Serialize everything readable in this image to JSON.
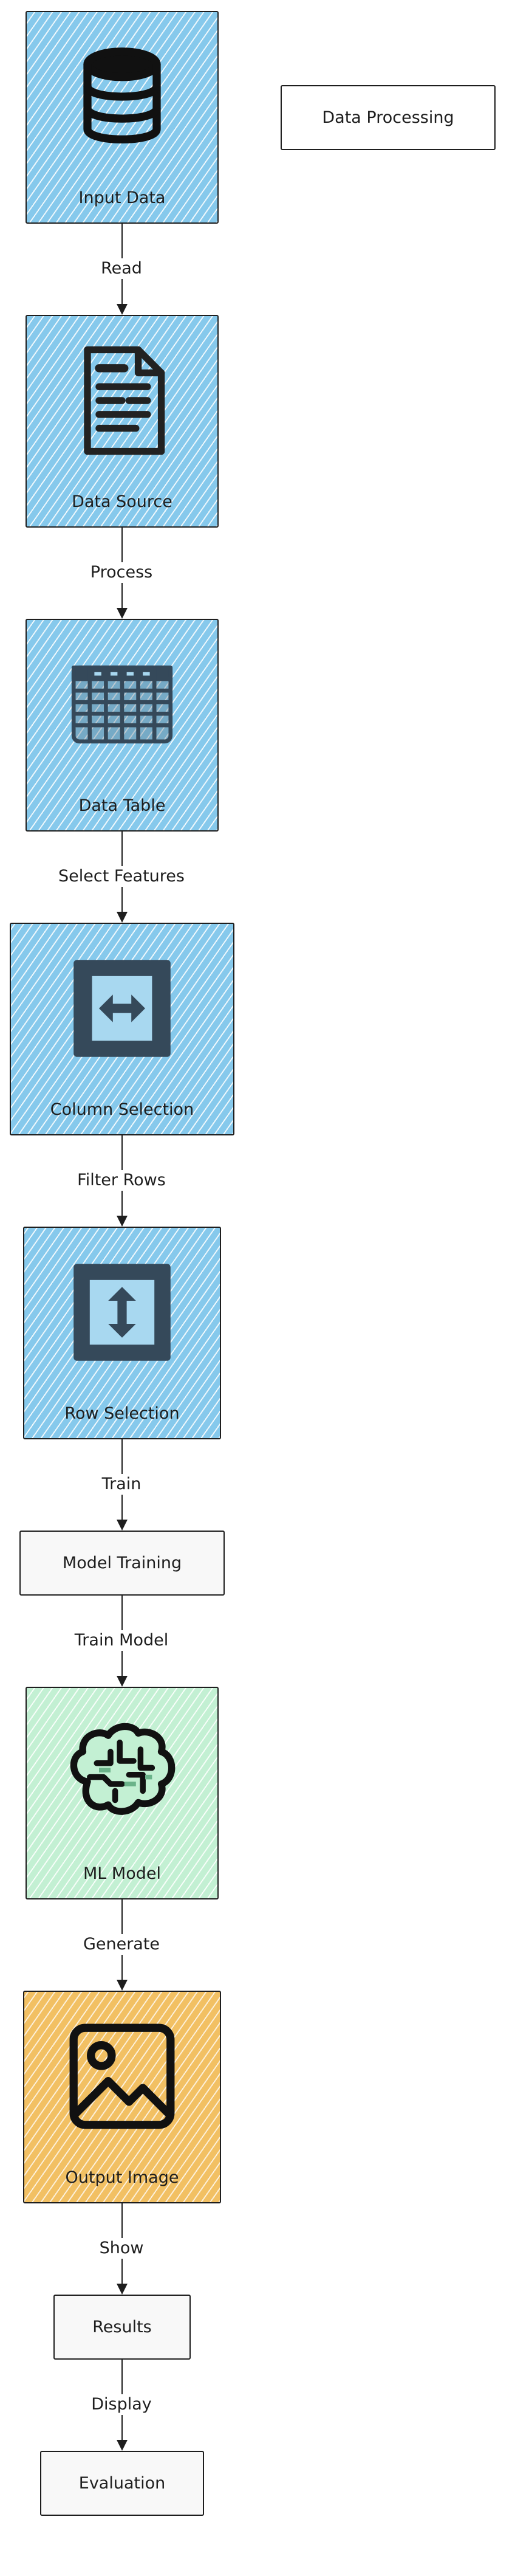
{
  "diagram": {
    "group_label": "Data Processing",
    "nodes": [
      {
        "id": "input-data",
        "label": "Input Data",
        "icon": "database-icon",
        "fill": "#86c9ec"
      },
      {
        "id": "data-source",
        "label": "Data Source",
        "icon": "document-icon",
        "fill": "#86c9ec"
      },
      {
        "id": "data-table",
        "label": "Data Table",
        "icon": "table-icon",
        "fill": "#86c9ec"
      },
      {
        "id": "column-selection",
        "label": "Column Selection",
        "icon": "horizontal-arrows-icon",
        "fill": "#86c9ec"
      },
      {
        "id": "row-selection",
        "label": "Row Selection",
        "icon": "vertical-arrows-icon",
        "fill": "#86c9ec"
      },
      {
        "id": "model-training",
        "label": "Model Training",
        "icon": "",
        "fill": "#f8f8f8"
      },
      {
        "id": "ml-model",
        "label": "ML Model",
        "icon": "brain-icon",
        "fill": "#c3f0d3"
      },
      {
        "id": "output-image",
        "label": "Output Image",
        "icon": "image-icon",
        "fill": "#f2c063"
      },
      {
        "id": "results",
        "label": "Results",
        "icon": "",
        "fill": "#f8f8f8"
      },
      {
        "id": "evaluation",
        "label": "Evaluation",
        "icon": "",
        "fill": "#f8f8f8"
      }
    ],
    "edges": [
      {
        "from": "input-data",
        "to": "data-source",
        "label": "Read"
      },
      {
        "from": "data-source",
        "to": "data-table",
        "label": "Process"
      },
      {
        "from": "data-table",
        "to": "column-selection",
        "label": "Select Features"
      },
      {
        "from": "column-selection",
        "to": "row-selection",
        "label": "Filter Rows"
      },
      {
        "from": "row-selection",
        "to": "model-training",
        "label": "Train"
      },
      {
        "from": "model-training",
        "to": "ml-model",
        "label": "Train Model"
      },
      {
        "from": "ml-model",
        "to": "output-image",
        "label": "Generate"
      },
      {
        "from": "output-image",
        "to": "results",
        "label": "Show"
      },
      {
        "from": "results",
        "to": "evaluation",
        "label": "Display"
      }
    ]
  }
}
